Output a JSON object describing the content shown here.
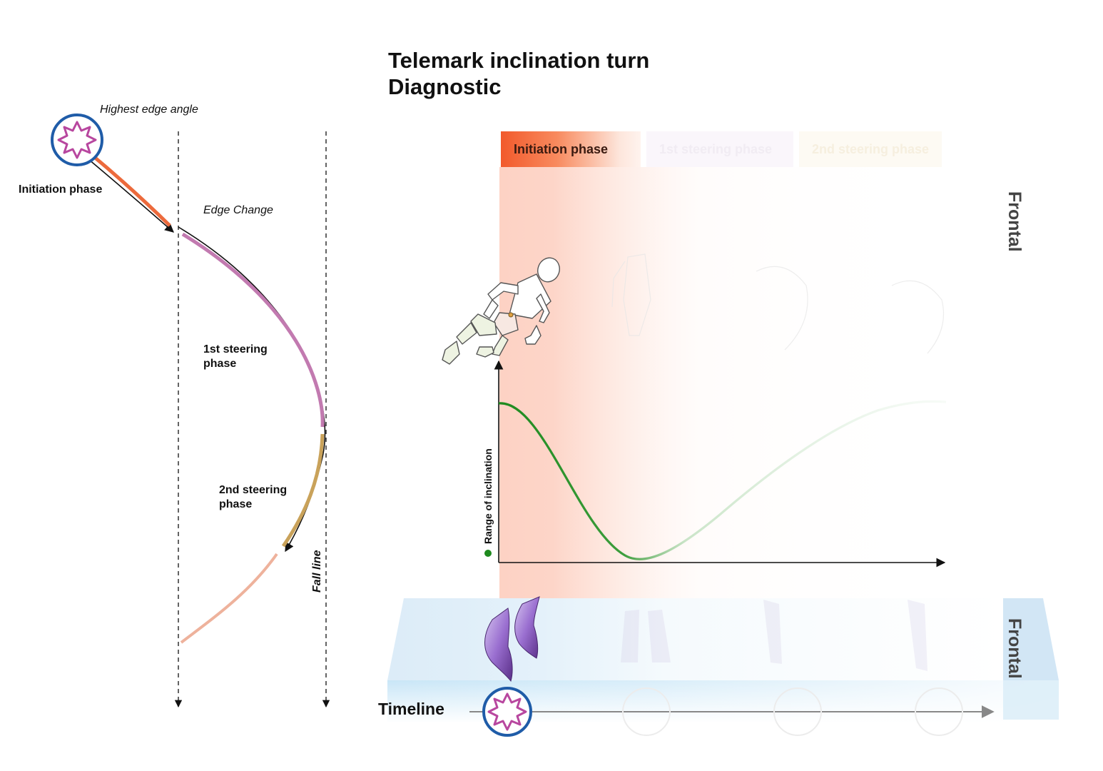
{
  "title": {
    "line1": "Telemark inclination turn",
    "line2": "Diagnostic"
  },
  "path_labels": {
    "highest_edge_angle": "Highest edge angle",
    "initiation_phase": "Initiation phase",
    "edge_change": "Edge Change",
    "first_steering": "1st steering phase",
    "second_steering": "2nd steering phase",
    "fall_line": "Fall line"
  },
  "tabs": [
    {
      "label": "Initiation phase"
    },
    {
      "label": "1st steering phase"
    },
    {
      "label": "2nd steering phase"
    }
  ],
  "view_labels": {
    "top": "Frontal",
    "bottom": "Frontal"
  },
  "chart_data": {
    "type": "line",
    "ylabel": "Range of inclination",
    "series_color": "#1e8a1e"
  },
  "timeline_label": "Timeline",
  "colors": {
    "initiation": "#f0542c",
    "first_steering": "#c27ab0",
    "second_steering": "#c9a25a",
    "transition": "#eeb29c",
    "marker_ring": "#1f5ca8",
    "marker_star": "#b8479f",
    "platform": "#cfe6f5"
  },
  "icons": [
    "star-burst-icon",
    "skier-figure-icon",
    "ski-boot-icon"
  ]
}
